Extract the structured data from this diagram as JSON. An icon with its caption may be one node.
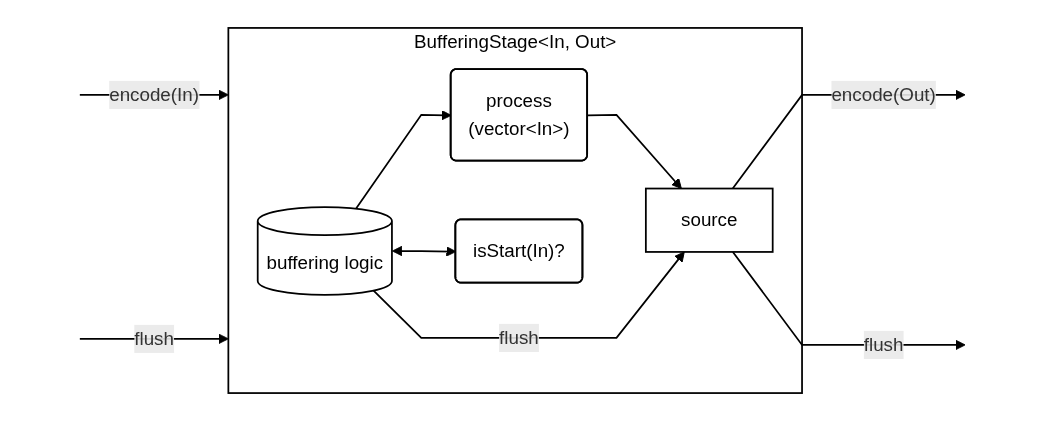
{
  "diagram": {
    "nodes": [
      {
        "text": [
          "BufferingStage<In, Out>"
        ]
      },
      {
        "text": [
          "buffering logic"
        ],
        "in": 0
      },
      {
        "text": [
          "process",
          "(vector<In>)"
        ],
        "in": 0
      },
      {
        "text": [
          "source"
        ],
        "in": 0
      },
      {
        "text": [
          "isStart(In)?"
        ],
        "in": 0
      }
    ],
    "edges": [
      {
        "from": null,
        "to": 0,
        "arrow": "to",
        "label": "encode(In)"
      },
      {
        "from": null,
        "to": 0,
        "arrow": "to",
        "label": "flush"
      },
      {
        "from": 1,
        "to": 2,
        "arrow": "to"
      },
      {
        "from": 2,
        "to": 3,
        "arrow": "to"
      },
      {
        "from": 1,
        "to": 3,
        "arrow": "to",
        "label": "flush"
      },
      {
        "from": 1,
        "to": 4,
        "arrow": "both"
      },
      {
        "from": 3,
        "to": null,
        "arrow": "to",
        "label": "encode(Out)"
      },
      {
        "from": 3,
        "to": null,
        "arrow": "to",
        "label": "flush"
      }
    ]
  }
}
